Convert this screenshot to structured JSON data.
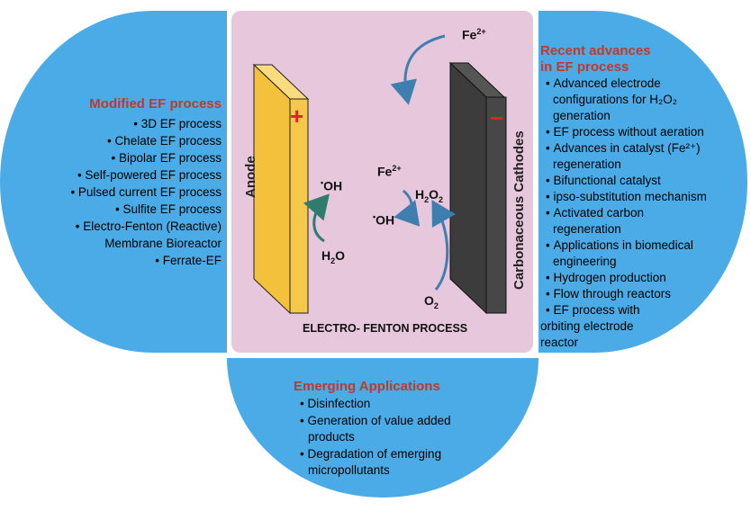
{
  "center": {
    "anode_label": "Anode",
    "cathode_label": "Carbonaceous Cathodes",
    "anode_sign": "+",
    "cathode_sign": "−",
    "process_label": "ELECTRO- FENTON PROCESS",
    "species": {
      "fe2_top": "Fe",
      "fe2_top_sup": "2+",
      "fe2_mid": "Fe",
      "fe2_mid_sup": "2+",
      "oh_left": "OH",
      "oh_mid": "OH",
      "h2o2": "H",
      "h2o2_sub": "2",
      "h2o2_o": "O",
      "h2o2_sub2": "2",
      "h2o": "H",
      "h2o_sub": "2",
      "h2o_o": "O",
      "o2": "O",
      "o2_sub": "2",
      "radical_dot": "•"
    }
  },
  "left": {
    "title": "Modified EF process",
    "items": [
      "3D EF process",
      "Chelate EF process",
      "Bipolar EF process",
      "Self-powered EF process",
      "Pulsed current EF process",
      "Sulfite EF process",
      "Electro-Fenton (Reactive)",
      "Membrane Bioreactor",
      "Ferrate-EF"
    ]
  },
  "right": {
    "title_line1": "Recent advances",
    "title_line2": "in EF process",
    "lines": [
      "Advanced electrode",
      "configurations for H₂O₂",
      "generation",
      "EF process without aeration",
      "Advances in catalyst (Fe²⁺)",
      "regeneration",
      "Bifunctional catalyst",
      "ipso-substitution mechanism",
      "Activated carbon",
      "regeneration",
      "Applications in biomedical",
      "engineering",
      "Hydrogen production",
      "Flow through reactors",
      "EF process with",
      "orbiting electrode",
      "reactor"
    ]
  },
  "bottom": {
    "title": "Emerging Applications",
    "lines": [
      "Disinfection",
      "Generation of value added",
      "products",
      "Degradation of emerging",
      "micropollutants"
    ]
  },
  "colors": {
    "blue": "#4aabe6",
    "pink": "#e6c7dc",
    "anode_yellow": "#f4c13d",
    "cathode_dark": "#3c3c3c",
    "title_red": "#c0392b",
    "arrow_blue": "#3f7fb0",
    "arrow_teal": "#2f7c6e"
  }
}
